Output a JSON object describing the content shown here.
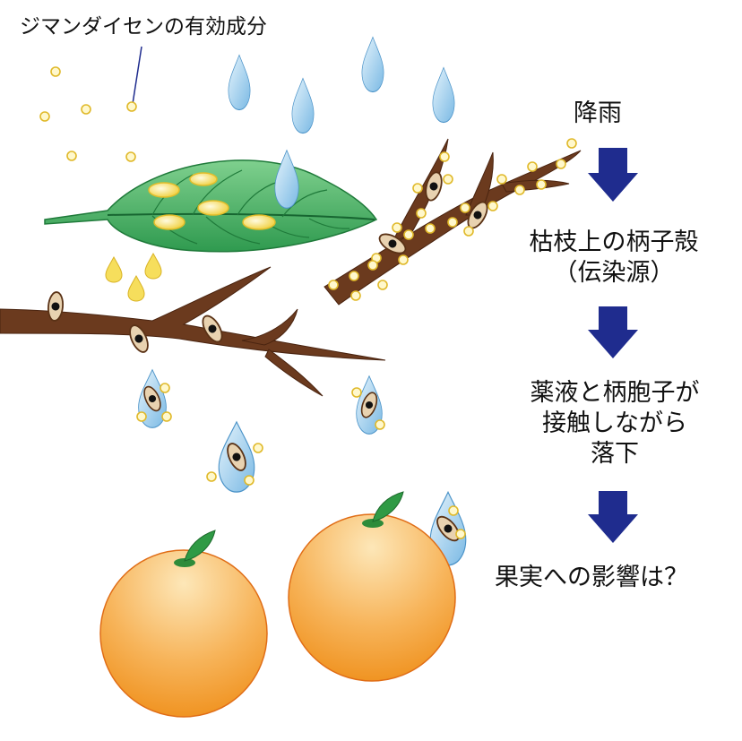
{
  "annotation": {
    "active_ingredient": "ジマンダイセンの有効成分"
  },
  "flow": {
    "step1": "降雨",
    "step2_line1": "枯枝上の柄子殻",
    "step2_line2": "（伝染源）",
    "step3_line1": "薬液と柄胞子が",
    "step3_line2": "接触しながら",
    "step3_line3": "落下",
    "step4": "果実への影響は？"
  },
  "colors": {
    "arrow": "#1f2c8e",
    "leaf": "#3fa45a",
    "branch": "#6b3a1e",
    "particle": "#f4e27a",
    "raindrop": "#8fc6e8",
    "fruit": "#f39a26"
  },
  "icons": [
    "raindrop-icon",
    "leaf-icon",
    "branch-icon",
    "spore-case-icon",
    "orange-fruit-icon",
    "down-arrow-icon"
  ]
}
